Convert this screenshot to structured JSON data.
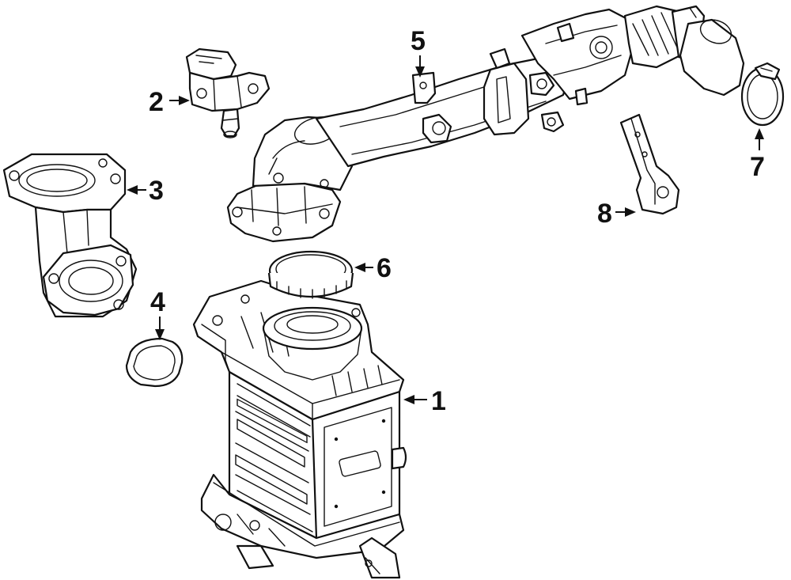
{
  "callouts": [
    {
      "id": "1",
      "label": "1"
    },
    {
      "id": "2",
      "label": "2"
    },
    {
      "id": "3",
      "label": "3"
    },
    {
      "id": "4",
      "label": "4"
    },
    {
      "id": "5",
      "label": "5"
    },
    {
      "id": "6",
      "label": "6"
    },
    {
      "id": "7",
      "label": "7"
    },
    {
      "id": "8",
      "label": "8"
    }
  ],
  "colors": {
    "line": "#111111",
    "background": "#ffffff"
  }
}
